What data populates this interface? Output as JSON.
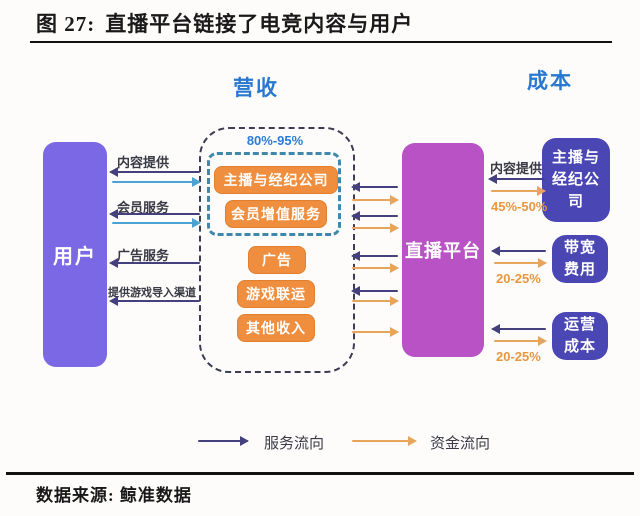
{
  "title": {
    "figure_label": "图 27:",
    "text": "直播平台链接了电竞内容与用户"
  },
  "headers": {
    "revenue": "营收",
    "cost": "成本"
  },
  "nodes": {
    "user": "用户",
    "platform": "直播平台"
  },
  "revenue": {
    "share_label": "80%-95%",
    "items": [
      {
        "label": "主播与经纪公司"
      },
      {
        "label": "会员增值服务"
      },
      {
        "label": "广告"
      },
      {
        "label": "游戏联运"
      },
      {
        "label": "其他收入"
      }
    ]
  },
  "user_flows": [
    {
      "label": "内容提供"
    },
    {
      "label": "会员服务"
    },
    {
      "label": "广告服务"
    },
    {
      "label": "提供游戏导入渠道"
    }
  ],
  "cost_flows": [
    {
      "label": "主播与经纪公司",
      "flow_label": "内容提供",
      "share": "45%-50%"
    },
    {
      "label": "带宽费用",
      "share": "20-25%"
    },
    {
      "label": "运营成本",
      "share": "20-25%"
    }
  ],
  "legend": {
    "service": "服务流向",
    "money": "资金流向"
  },
  "footer": {
    "source": "数据来源: 鲸准数据"
  },
  "colors": {
    "user_box": "#7b68e4",
    "platform_box": "#b952c4",
    "cost_box": "#4a47b4",
    "revenue_item": "#ef8e3e",
    "service_arrow": "#44407e",
    "return_arrow": "#4ba3d4",
    "money_arrow": "#e9a45c",
    "header_blue": "#2878d0",
    "inner_dash_border": "#3f88ac",
    "share_label_blue": "#2b7cd6",
    "share_label_orange": "#e8973f"
  }
}
